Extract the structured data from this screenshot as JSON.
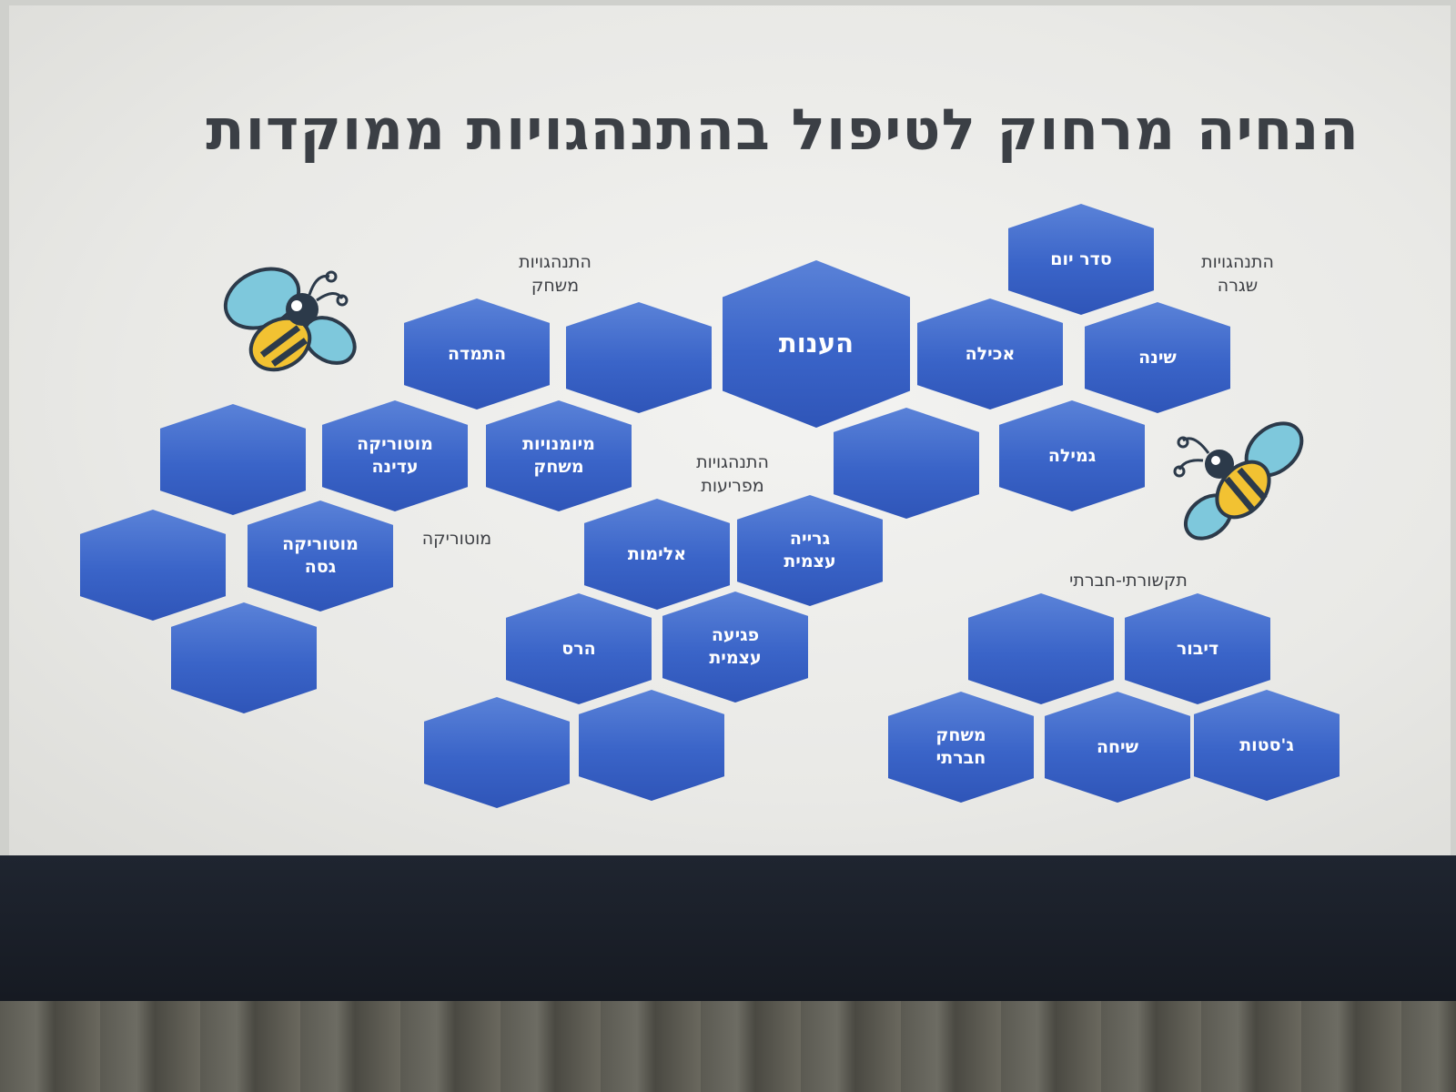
{
  "slide": {
    "title": "הנחיה מרחוק לטיפול בהתנהגויות ממוקדות"
  },
  "group_labels": {
    "routine": "התנהגויות\nשגרה",
    "play": "התנהגויות\nמשחק",
    "disruptive": "התנהגויות\nמפריעות",
    "motor": "מוטוריקה",
    "social": "תקשורתי-חברתי"
  },
  "cells": {
    "daily_schedule": "סדר יום",
    "compliance": "הענות",
    "eating": "אכילה",
    "sleep": "שינה",
    "weaning": "גמילה",
    "persistence": "התמדה",
    "play_skills": "מיומנויות\nמשחק",
    "fine_motor": "מוטוריקה\nעדינה",
    "gross_motor": "מוטוריקה\nגסה",
    "violence": "אלימות",
    "self_stimulation": "גרייה\nעצמית",
    "destruction": "הרס",
    "self_harm": "פגיעה\nעצמית",
    "speech": "דיבור",
    "gestures": "ג'סטות",
    "conversation": "שיחה",
    "social_play": "משחק\nחברתי"
  },
  "colors": {
    "hex_fill": "#3a64c8",
    "bee_yellow": "#f2c232",
    "bee_wing": "#7ec8dc",
    "title_text": "#3b3f45"
  },
  "icons": [
    "bee-icon-left",
    "bee-icon-right"
  ]
}
